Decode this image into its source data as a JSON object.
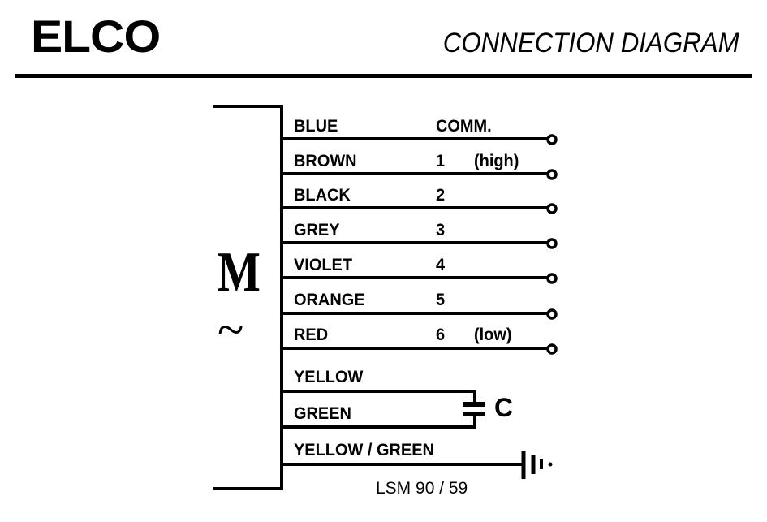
{
  "header": {
    "brand": "ELCO",
    "title": "CONNECTION DIAGRAM"
  },
  "motor": {
    "symbol": "M",
    "ac_symbol": "~"
  },
  "wires": [
    {
      "color": "BLUE",
      "terminal": "COMM.",
      "note": ""
    },
    {
      "color": "BROWN",
      "terminal": "1",
      "note": "(high)"
    },
    {
      "color": "BLACK",
      "terminal": "2",
      "note": ""
    },
    {
      "color": "GREY",
      "terminal": "3",
      "note": ""
    },
    {
      "color": "VIOLET",
      "terminal": "4",
      "note": ""
    },
    {
      "color": "ORANGE",
      "terminal": "5",
      "note": ""
    },
    {
      "color": "RED",
      "terminal": "6",
      "note": "(low)"
    }
  ],
  "capacitor": {
    "wire_a": "YELLOW",
    "wire_b": "GREEN",
    "label": "C"
  },
  "ground": {
    "wire": "YELLOW / GREEN",
    "icon": "ground-icon"
  },
  "model": "LSM 90 / 59"
}
